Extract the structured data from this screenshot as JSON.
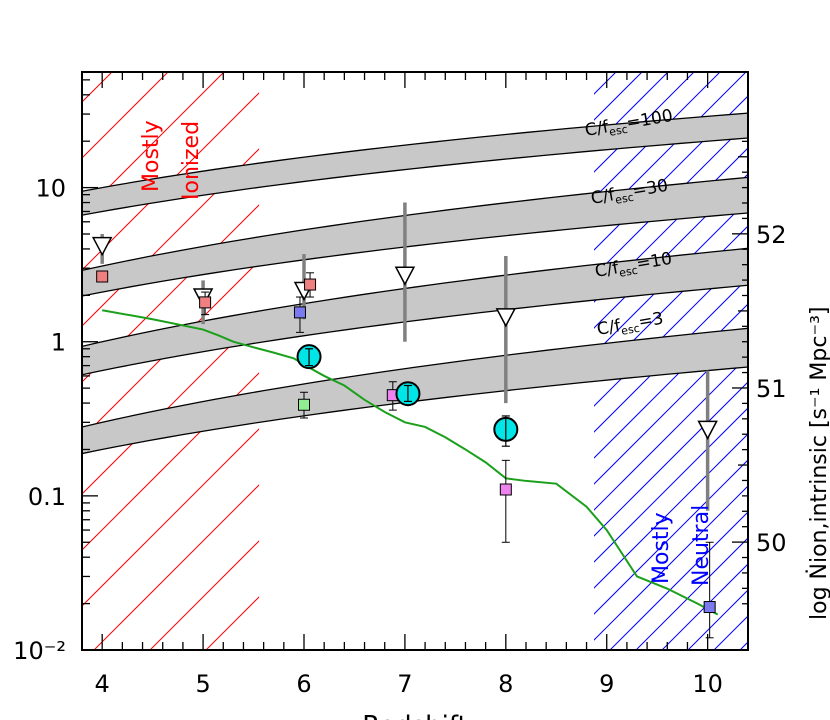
{
  "chart_data": {
    "type": "scatter",
    "xlabel": "Redshift",
    "right_label": "log Ṅion,intrinsic [s⁻¹ Mpc⁻³]",
    "xlim": [
      3.8,
      10.4
    ],
    "ylim_log10": [
      -2,
      1.75
    ],
    "x_ticks": [
      {
        "value": 4,
        "label": "4"
      },
      {
        "value": 5,
        "label": "5"
      },
      {
        "value": 6,
        "label": "6"
      },
      {
        "value": 7,
        "label": "7"
      },
      {
        "value": 8,
        "label": "8"
      },
      {
        "value": 9,
        "label": "9"
      },
      {
        "value": 10,
        "label": "10"
      }
    ],
    "y_ticks": [
      {
        "value": 0.01,
        "label": "10⁻²"
      },
      {
        "value": 0.1,
        "label": "0.1"
      },
      {
        "value": 1,
        "label": "1"
      },
      {
        "value": 10,
        "label": "10"
      }
    ],
    "right_ticks": [
      {
        "value": 50,
        "label": "50"
      },
      {
        "value": 51,
        "label": "51"
      },
      {
        "value": 52,
        "label": "52"
      }
    ],
    "bands": [
      {
        "name": "C/fesc=100",
        "label_main": "C/f",
        "label_sub": "esc",
        "label_tail": "=100",
        "at_z4": [
          7,
          10
        ],
        "at_z10": [
          20,
          29
        ]
      },
      {
        "name": "C/fesc=30",
        "label_main": "C/f",
        "label_sub": "esc",
        "label_tail": "=30",
        "at_z4": [
          2.1,
          3.1
        ],
        "at_z10": [
          6.5,
          11
        ]
      },
      {
        "name": "C/fesc=10",
        "label_main": "C/f",
        "label_sub": "esc",
        "label_tail": "=10",
        "at_z4": [
          0.65,
          1.0
        ],
        "at_z10": [
          2.2,
          3.8
        ]
      },
      {
        "name": "C/fesc=3",
        "label_main": "C/f",
        "label_sub": "esc",
        "label_tail": "=3",
        "at_z4": [
          0.2,
          0.3
        ],
        "at_z10": [
          0.65,
          1.15
        ]
      }
    ],
    "green_curve": {
      "x": [
        4.0,
        4.5,
        5.0,
        5.15,
        5.3,
        5.5,
        5.7,
        5.9,
        6.05,
        6.2,
        6.4,
        6.6,
        6.8,
        7.0,
        7.2,
        7.4,
        7.6,
        7.8,
        8.0,
        8.2,
        8.5,
        8.8,
        9.0,
        9.3,
        9.6,
        9.9,
        10.1
      ],
      "y": [
        1.6,
        1.4,
        1.2,
        1.1,
        1.0,
        0.92,
        0.85,
        0.78,
        0.68,
        0.6,
        0.52,
        0.42,
        0.35,
        0.3,
        0.28,
        0.24,
        0.2,
        0.165,
        0.13,
        0.125,
        0.12,
        0.085,
        0.06,
        0.03,
        0.025,
        0.02,
        0.017
      ]
    },
    "gray_limits": [
      {
        "x": 4.0,
        "y": 4.2,
        "lo": 3.2,
        "hi": 5.0
      },
      {
        "x": 5.0,
        "y": 1.95,
        "lo": 1.3,
        "hi": 2.5
      },
      {
        "x": 6.0,
        "y": 2.15,
        "lo": 1.4,
        "hi": 3.7
      },
      {
        "x": 7.0,
        "y": 2.7,
        "lo": 1.0,
        "hi": 8.0
      },
      {
        "x": 8.0,
        "y": 1.45,
        "lo": 0.4,
        "hi": 3.6
      },
      {
        "x": 10.0,
        "y": 0.27,
        "lo": 0.08,
        "hi": 0.65
      }
    ],
    "cyan_points": [
      {
        "x": 6.05,
        "y": 0.8,
        "lo": 0.7,
        "hi": 0.9
      },
      {
        "x": 7.03,
        "y": 0.46,
        "lo": 0.41,
        "hi": 0.52
      },
      {
        "x": 8.0,
        "y": 0.27,
        "lo": 0.21,
        "hi": 0.33
      }
    ],
    "squares": [
      {
        "x": 4.0,
        "y": 2.65,
        "lo": 2.45,
        "hi": 2.85,
        "color": "#f08080"
      },
      {
        "x": 5.02,
        "y": 1.8,
        "lo": 1.5,
        "hi": 2.1,
        "color": "#f08080"
      },
      {
        "x": 6.06,
        "y": 2.35,
        "lo": 1.95,
        "hi": 2.8,
        "color": "#f08080"
      },
      {
        "x": 5.96,
        "y": 1.55,
        "lo": 1.15,
        "hi": 1.95,
        "color": "#7b7bef"
      },
      {
        "x": 6.0,
        "y": 0.39,
        "lo": 0.32,
        "hi": 0.47,
        "color": "#90ee90"
      },
      {
        "x": 6.88,
        "y": 0.45,
        "lo": 0.36,
        "hi": 0.55,
        "color": "#ee82ee"
      },
      {
        "x": 8.0,
        "y": 0.11,
        "lo": 0.05,
        "hi": 0.17,
        "color": "#ee82ee"
      },
      {
        "x": 10.02,
        "y": 0.019,
        "lo": 0.012,
        "hi": 0.05,
        "color": "#7b7bef"
      }
    ],
    "annotations": {
      "ionized_line1": "Mostly",
      "ionized_line2": "Ionized",
      "neutral_line1": "Mostly",
      "neutral_line2": "Neutral"
    },
    "colors": {
      "band_fill": "#c8c8c8",
      "ionized_hatch": "#ff0000",
      "neutral_hatch": "#0000ff",
      "curve": "#1aa01a",
      "cyan": "#00e5e5",
      "limit_gray": "#808080"
    }
  }
}
